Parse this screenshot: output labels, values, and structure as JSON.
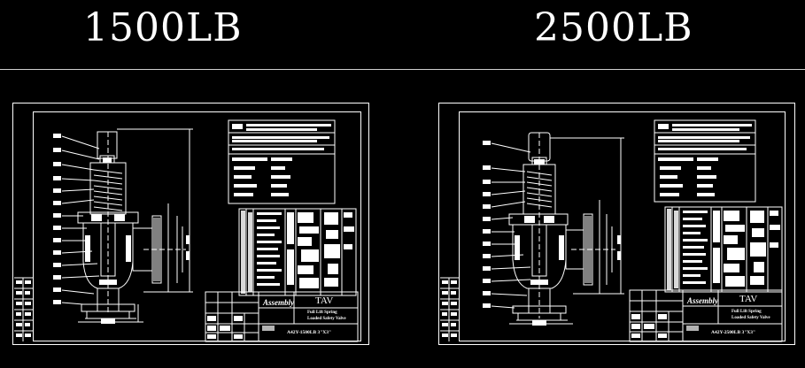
{
  "headings": {
    "left": "1500LB",
    "right": "2500LB"
  },
  "sheets": [
    {
      "rating": "1500LB",
      "title_block": {
        "assembly": "Assembly",
        "brand": "TAV",
        "desc_line1": "Full Lift Spring",
        "desc_line2": "Loaded Safety Valve",
        "drawing_no": "A42Y-1500LB 3\"X3\""
      }
    },
    {
      "rating": "2500LB",
      "title_block": {
        "assembly": "Assembly",
        "brand": "TAV",
        "desc_line1": "Full Lift Spring",
        "desc_line2": "Loaded Safety Valve",
        "drawing_no": "A42Y-2500LB 3\"X3\""
      }
    }
  ],
  "colors": {
    "background": "#000000",
    "line": "#ffffff",
    "hatch": "#ffffff"
  }
}
